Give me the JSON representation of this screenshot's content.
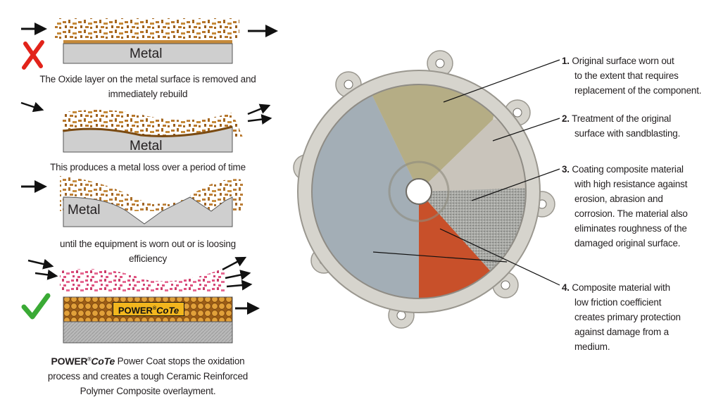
{
  "left_panel": {
    "row1": {
      "metal_label": "Metal",
      "caption": [
        "The Oxide layer on the metal surface is  removed and",
        "immediately rebuild"
      ]
    },
    "row2": {
      "metal_label": "Metal",
      "caption": "This produces a metal loss over a period of time"
    },
    "row3": {
      "metal_label": "Metal",
      "caption": [
        "until the equipment is worn out or is loosing",
        "efficiency"
      ]
    },
    "row4": {
      "badge_brand": "POWER",
      "badge_reg": "®",
      "badge_suffix": "CoTe",
      "caption_brand": "POWER",
      "caption_reg": "®",
      "caption_suffix": "CoTe",
      "caption": [
        " Power Coat stops the oxidation",
        "process and creates a tough Ceramic Reinforced",
        "Polymer Composite overlayment."
      ]
    },
    "icons": {
      "bad": "red-cross-icon",
      "good": "green-check-icon"
    },
    "colors": {
      "red": "#e2231a",
      "green": "#3aaa35",
      "rust": "#b8772b",
      "metal": "#cfcfcf",
      "pink": "#e0517f",
      "badge": "#f2b61e"
    }
  },
  "right_panel": {
    "notes": [
      {
        "num": "1.",
        "lines": [
          "Original surface worn out",
          "to the extent that requires",
          "replacement of the component."
        ]
      },
      {
        "num": "2.",
        "lines": [
          "Treatment of the original",
          "surface with sandblasting."
        ]
      },
      {
        "num": "3.",
        "lines": [
          "Coating composite material",
          "with high resistance against",
          "erosion, abrasion and",
          "corrosion. The material also",
          "eliminates roughness of the",
          "damaged original surface."
        ]
      },
      {
        "num": "4.",
        "lines": [
          "Composite material with",
          "low friction coefficient",
          "creates primary protection",
          "against damage from a",
          "medium."
        ]
      }
    ],
    "colors": {
      "worn": "#b5ad85",
      "blasted": "#c9c4bb",
      "granite": "#a9aaa6",
      "orange": "#c8502a",
      "blue": "#a3aeb6",
      "rim": "#d6d4cd"
    }
  }
}
